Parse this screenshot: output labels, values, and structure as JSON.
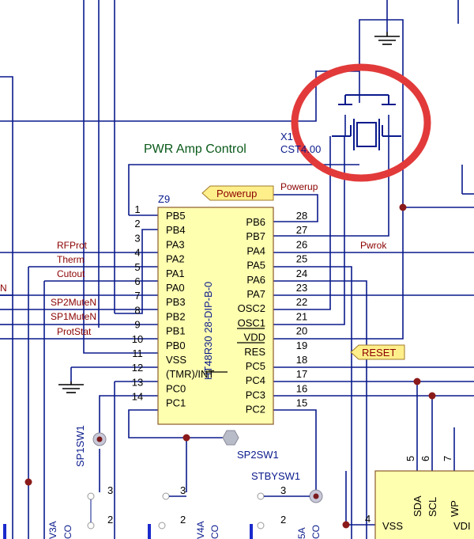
{
  "colors": {
    "wire": "#0a1a8c",
    "chip_fill": "#ffffb0",
    "chip_stroke": "#8a5a2a",
    "pin_text": "#000000",
    "net_text": "#8b0000",
    "component_text": "#0a1a8c",
    "title_text": "#0a5a1a",
    "junction": "#8b1a1a",
    "port_fill": "#ffef8a",
    "highlight_ring": "#e23a3a"
  },
  "title": "PWR Amp Control",
  "crystal": {
    "ref": "X1",
    "value": "CST4.00"
  },
  "chip": {
    "ref": "Z9",
    "part": "HT48R30 28-DIP-B-0",
    "left_pins": [
      {
        "num": "1",
        "name": "PB5"
      },
      {
        "num": "2",
        "name": "PB4"
      },
      {
        "num": "3",
        "name": "PA3"
      },
      {
        "num": "4",
        "name": "PA2"
      },
      {
        "num": "5",
        "name": "PA1"
      },
      {
        "num": "6",
        "name": "PA0"
      },
      {
        "num": "7",
        "name": "PB3"
      },
      {
        "num": "8",
        "name": "PB2"
      },
      {
        "num": "9",
        "name": "PB1"
      },
      {
        "num": "10",
        "name": "PB0"
      },
      {
        "num": "11",
        "name": "VSS"
      },
      {
        "num": "12",
        "name": "(TMR)/INT"
      },
      {
        "num": "13",
        "name": "PC0"
      },
      {
        "num": "14",
        "name": "PC1"
      }
    ],
    "right_pins": [
      {
        "num": "28",
        "name": "PB6"
      },
      {
        "num": "27",
        "name": "PB7"
      },
      {
        "num": "26",
        "name": "PA4"
      },
      {
        "num": "25",
        "name": "PA5"
      },
      {
        "num": "24",
        "name": "PA6"
      },
      {
        "num": "23",
        "name": "PA7"
      },
      {
        "num": "22",
        "name": "OSC2"
      },
      {
        "num": "21",
        "name": "OSC1"
      },
      {
        "num": "20",
        "name": "VDD"
      },
      {
        "num": "19",
        "name": "RES"
      },
      {
        "num": "18",
        "name": "PC5"
      },
      {
        "num": "17",
        "name": "PC4"
      },
      {
        "num": "16",
        "name": "PC3"
      },
      {
        "num": "15",
        "name": "PC2"
      }
    ]
  },
  "net_labels": {
    "rfprot": "RFProt",
    "therm": "Therm",
    "cutout": "Cutout",
    "n_partial": "N",
    "sp2mute": "SP2MuteN",
    "sp1mute": "SP1MuteN",
    "protstat": "ProtStat",
    "pwrok": "Pwrok",
    "powerup_net": "Powerup"
  },
  "ports": {
    "powerup": "Powerup",
    "reset": "RESET"
  },
  "switches": {
    "sp1": {
      "ref": "SP1SW1",
      "pin3": "3",
      "pin2": "2"
    },
    "sp2": {
      "ref": "SP2SW1",
      "pin3": "3",
      "pin2": "2"
    },
    "stby": {
      "ref": "STBYSW1",
      "pin3": "3",
      "pin2": "2"
    },
    "partial_a": {
      "l1": "V3A",
      "l2": "CO"
    },
    "partial_b": {
      "l1": "V4A",
      "l2": "CO"
    },
    "partial_c": {
      "l1": "5A",
      "l2": "CO"
    }
  },
  "eeprom": {
    "pins": [
      {
        "num": "5",
        "name": "SDA"
      },
      {
        "num": "6",
        "name": "SCL"
      },
      {
        "num": "7",
        "name": "WP"
      }
    ],
    "vss_num": "4",
    "vss_name": "VSS",
    "vdd_name": "VDI"
  }
}
